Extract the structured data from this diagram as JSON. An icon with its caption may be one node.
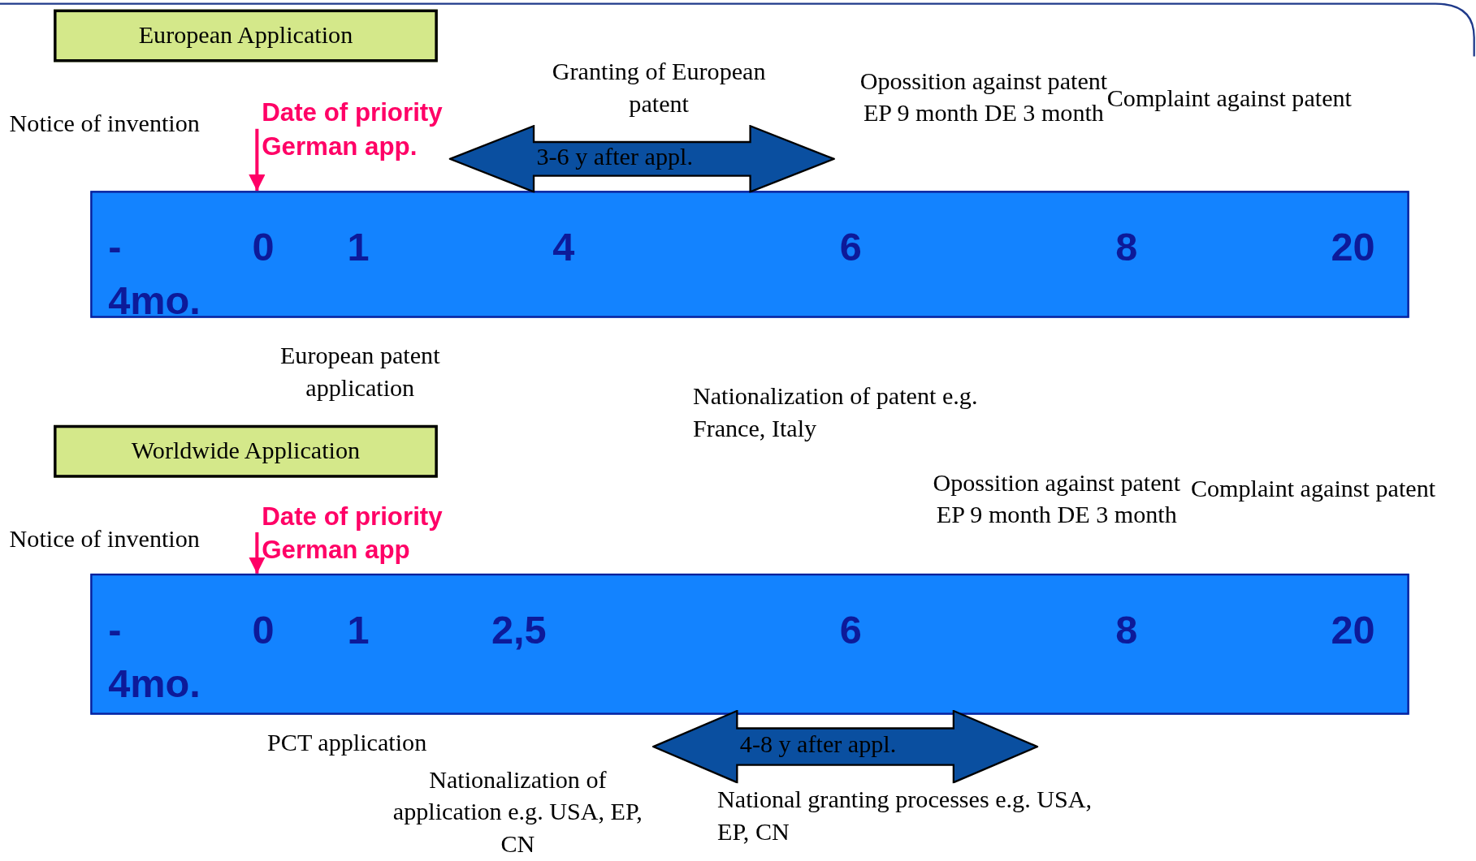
{
  "diagram": {
    "nodes": [
      {
        "text": [
          "European Application"
        ]
      },
      {
        "text": [
          "Date of priority German app."
        ]
      },
      {
        "text": [
          "- 4mo.",
          "0",
          "1",
          "4",
          "6",
          "8",
          "20"
        ]
      },
      {
        "text": [
          "3-6 y after appl."
        ]
      },
      {
        "text": [
          "Worldwide Application"
        ]
      },
      {
        "text": [
          "Date of priority German app"
        ]
      },
      {
        "text": [
          "- 4mo.",
          "0",
          "1",
          "2,5",
          "6",
          "8",
          "20"
        ]
      },
      {
        "text": [
          "4-8 y after appl."
        ]
      }
    ],
    "edges": [
      {
        "from": 1,
        "to": 2,
        "arrow": "to",
        "color": "#ff0066"
      },
      {
        "from": 5,
        "to": 6,
        "arrow": "to",
        "color": "#ff0066"
      }
    ],
    "labels": [
      "Notice of invention",
      "Granting of European patent",
      "Opossition against patent EP 9 month DE 3 month",
      "Complaint against patent",
      "European patent application",
      "Nationalization of patent e.g. France, Italy",
      "Notice of invention",
      "Opossition against patent EP 9 month DE 3 month",
      "Complaint against patent",
      "PCT application",
      "Nationalization of application e.g. USA, EP, CN",
      "National granting processes e.g. USA, EP, CN"
    ]
  }
}
